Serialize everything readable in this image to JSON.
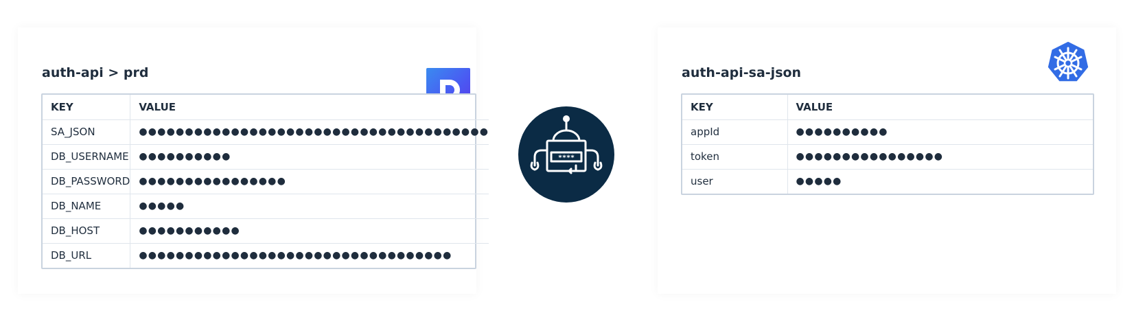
{
  "left_panel": {
    "title": "auth-api > prd",
    "logo": "doppler-logo",
    "columns": [
      "KEY",
      "VALUE"
    ],
    "rows": [
      {
        "key": "SA_JSON",
        "value": "●●●●●●●●●●●●●●●●●●●●●●●●●●●●●●●●●●●●●●"
      },
      {
        "key": "DB_USERNAME",
        "value": " ●●●●●●●●●●"
      },
      {
        "key": "DB_PASSWORD",
        "value": "●●●●●●●●●●●●●●●●"
      },
      {
        "key": "DB_NAME",
        "value": "●●●●●"
      },
      {
        "key": "DB_HOST",
        "value": "●●●●●●●●●●●"
      },
      {
        "key": "DB_URL",
        "value": "●●●●●●●●●●●●●●●●●●●●●●●●●●●●●●●●●●"
      }
    ]
  },
  "center": {
    "icon": "robot-password-icon",
    "mask_text": "****",
    "bg_color": "#0b2b45"
  },
  "right_panel": {
    "title": "auth-api-sa-json",
    "logo": "kubernetes-logo",
    "columns": [
      "KEY",
      "VALUE"
    ],
    "rows": [
      {
        "key": "appId",
        "value": " ●●●●●●●●●●"
      },
      {
        "key": "token",
        "value": "●●●●●●●●●●●●●●●●"
      },
      {
        "key": "user",
        "value": "●●●●●"
      }
    ]
  },
  "colors": {
    "text": "#1f2d3d",
    "border": "#c9d3df",
    "doppler_gradient": [
      "#3a8bf0",
      "#5a3be8"
    ],
    "kubernetes_blue": "#326ce5"
  }
}
